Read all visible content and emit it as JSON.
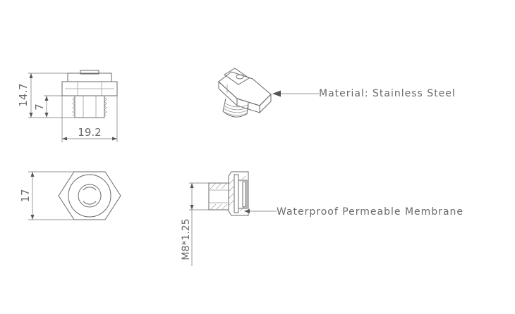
{
  "dimensions": {
    "overall_height": "14.7",
    "thread_length": "7",
    "width": "19.2",
    "hex_across_flats": "17",
    "thread_spec": "M8*1.25"
  },
  "callouts": {
    "material": "Material: Stainless Steel",
    "membrane": "Waterproof Permeable Membrane"
  },
  "colors": {
    "line": "#6a6a6a",
    "arrow": "#555555",
    "background": "#ffffff"
  }
}
